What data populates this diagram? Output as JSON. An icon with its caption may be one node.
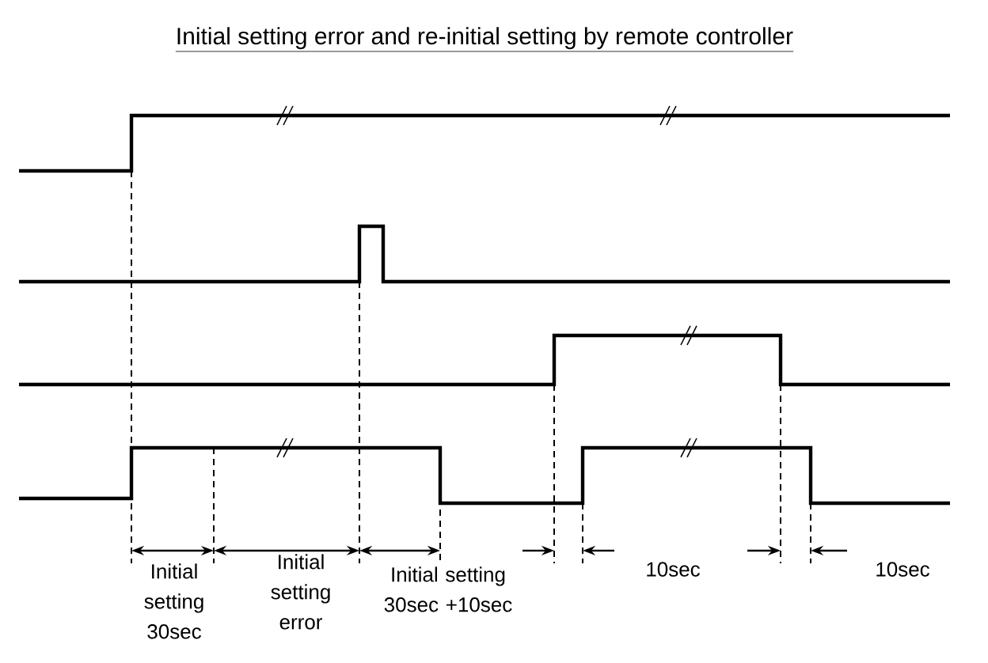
{
  "diagram": {
    "title": "Initial setting error and re-initial setting by remote controller",
    "labels": [
      "Initial setting 30sec",
      "Initial setting error",
      "Initial setting 30sec +10sec",
      "10sec",
      "10sec"
    ]
  }
}
